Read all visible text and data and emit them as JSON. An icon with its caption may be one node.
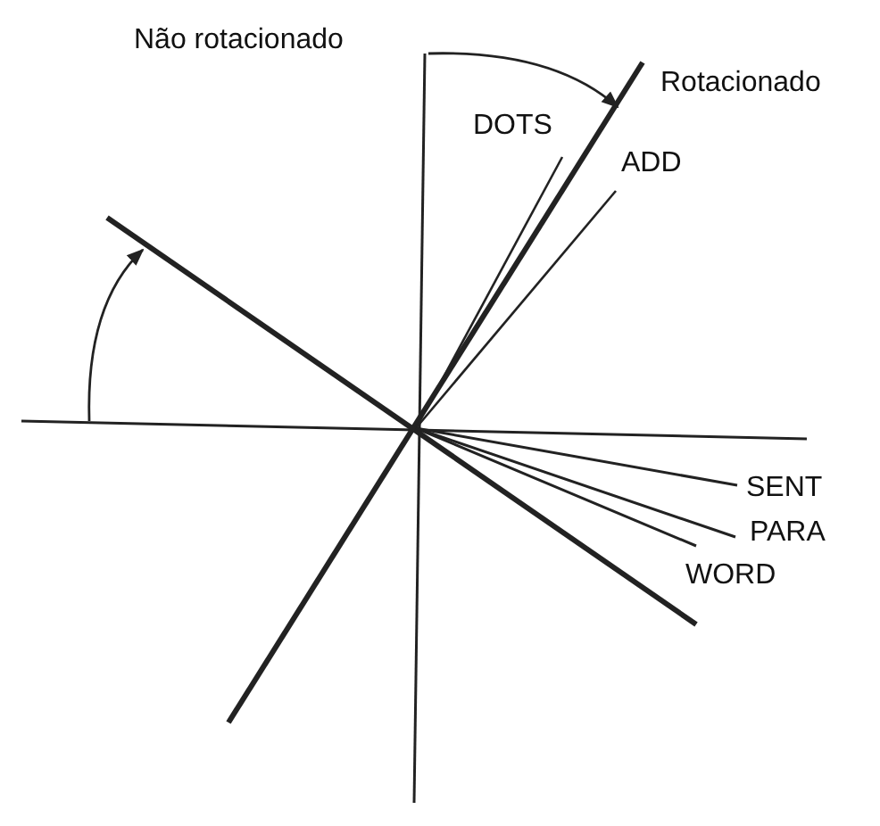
{
  "diagram": {
    "labels": [
      "Não rotacionado",
      "Rotacionado",
      "DOTS",
      "ADD",
      "SENT",
      "PARA",
      "WORD"
    ]
  }
}
